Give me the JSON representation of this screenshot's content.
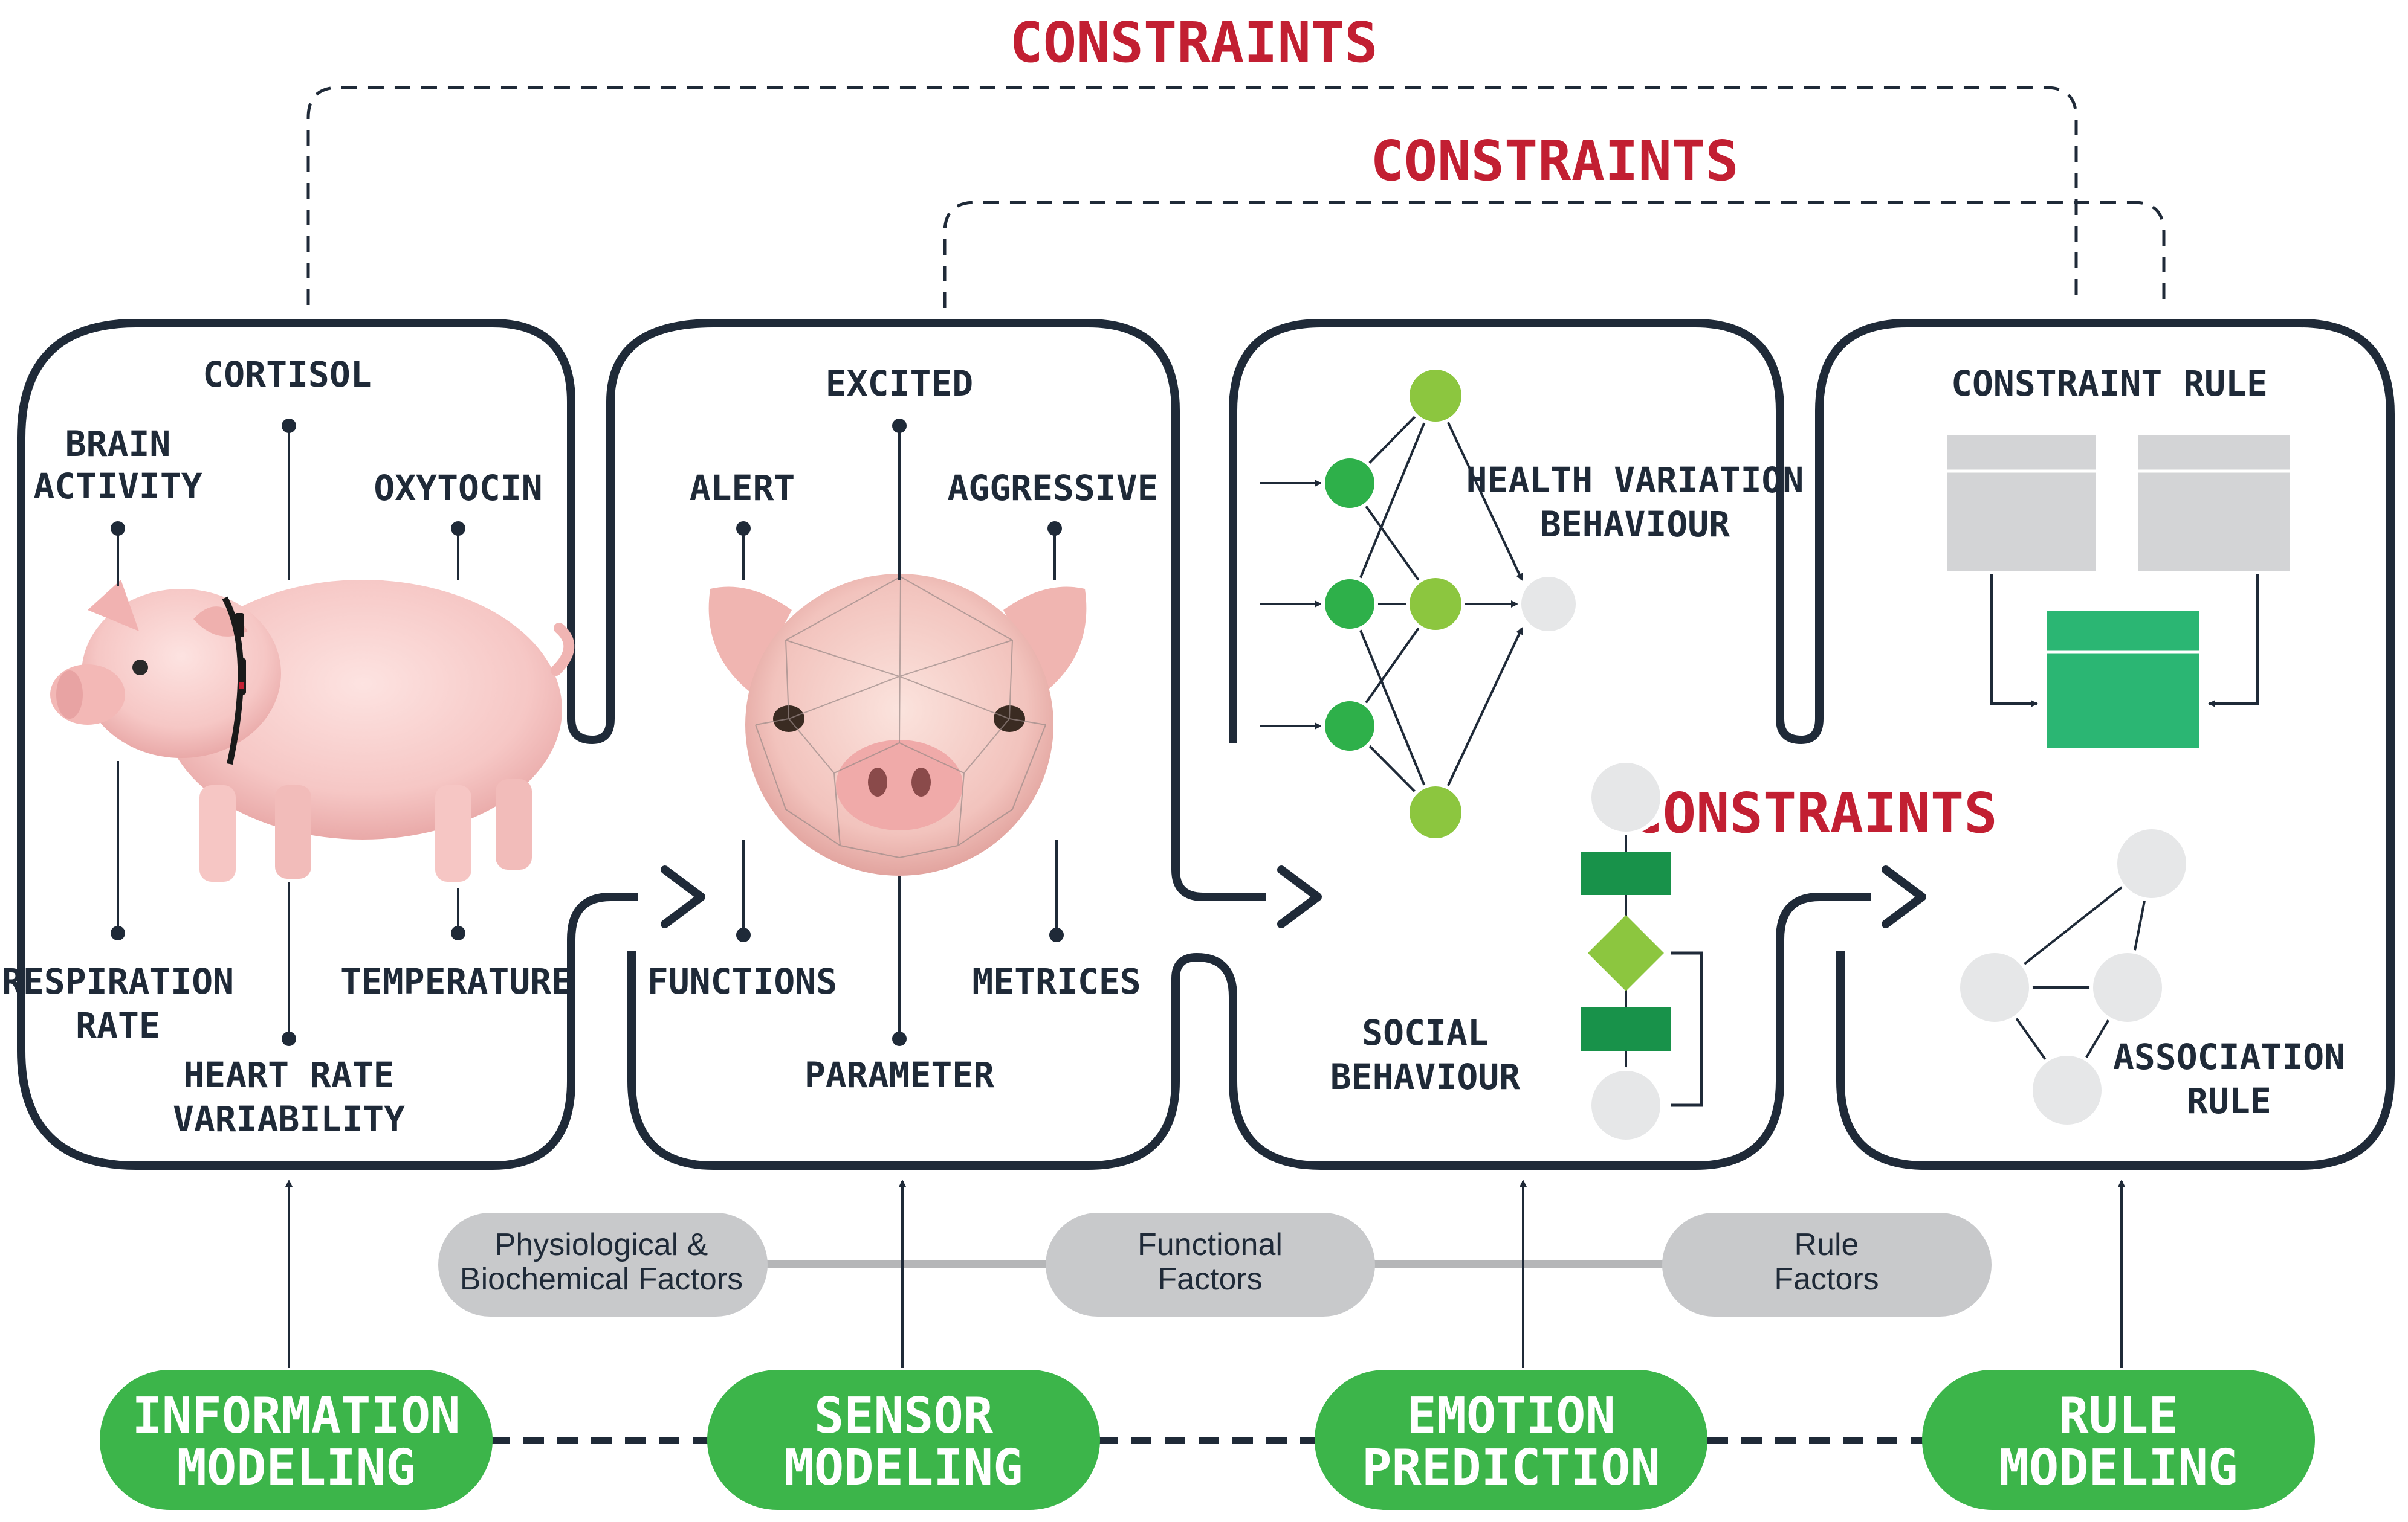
{
  "constraints": {
    "label_top": "CONSTRAINTS",
    "label_middle": "CONSTRAINTS",
    "label_right": "CONSTRAINTS"
  },
  "panel1": {
    "cortisol": "CORTISOL",
    "brain_activity": [
      "BRAIN",
      "ACTIVITY"
    ],
    "oxytocin": "OXYTOCIN",
    "respiration_rate": [
      "RESPIRATION",
      "RATE"
    ],
    "temperature": "TEMPERATURE",
    "heart_rate_variability": [
      "HEART RATE",
      "VARIABILITY"
    ]
  },
  "panel2": {
    "excited": "EXCITED",
    "alert": "ALERT",
    "aggressive": "AGGRESSIVE",
    "functions": "FUNCTIONS",
    "metrices": "METRICES",
    "parameter": "PARAMETER"
  },
  "panel3": {
    "health_variation": [
      "HEALTH VARIATION",
      "BEHAVIOUR"
    ],
    "social_behaviour": [
      "SOCIAL",
      "BEHAVIOUR"
    ]
  },
  "panel4": {
    "constraint_rule": "CONSTRAINT RULE",
    "association_rule": [
      "ASSOCIATION",
      "RULE"
    ]
  },
  "factors": [
    [
      "Physiological &",
      "Biochemical Factors"
    ],
    [
      "Functional",
      "Factors"
    ],
    [
      "Rule",
      "Factors"
    ]
  ],
  "stages": [
    [
      "INFORMATION",
      "MODELING"
    ],
    [
      "SENSOR",
      "MODELING"
    ],
    [
      "EMOTION",
      "PREDICTION"
    ],
    [
      "RULE",
      "MODELING"
    ]
  ],
  "colors": {
    "outline": "#1f2a38",
    "constraint_red": "#c21f32",
    "stage_green": "#3cb54a",
    "node_dark_green": "#2eb04a",
    "node_light_green": "#8cc63f",
    "factor_gray": "#c8c9cb",
    "rule_box_gray": "#d3d4d6",
    "rule_box_green": "#2bb673"
  }
}
